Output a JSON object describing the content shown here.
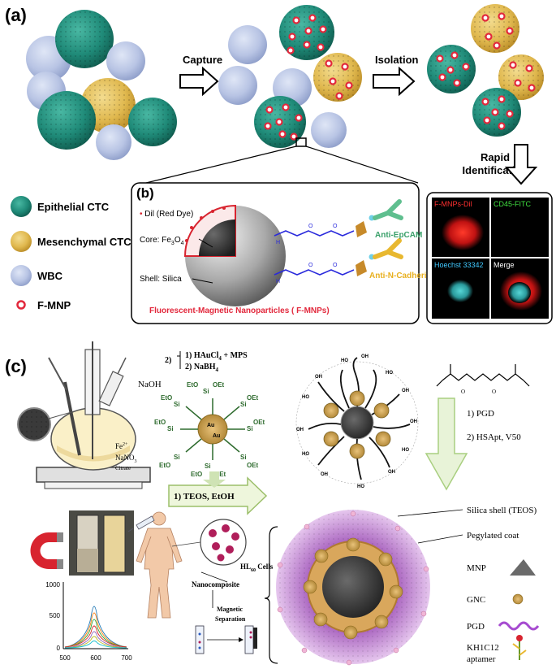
{
  "panel_a": {
    "label": "(a)",
    "arrow_capture": "Capture",
    "arrow_isolation": "Isolation",
    "rapid": "Rapid",
    "identification": "Identification",
    "legend": {
      "epithelial": "Epithelial CTC",
      "mesenchymal": "Mesenchymal CTC",
      "wbc": "WBC",
      "fmnp": "F-MNP"
    },
    "colors": {
      "epithelial": "#1f8a78",
      "mesenchymal": "#e0b84e",
      "wbc": "#b8c4e4",
      "fmnp_ring": "#e2283c",
      "dye": "#d8242f"
    }
  },
  "panel_b": {
    "label": "(b)",
    "dye": "Dil (Red Dye)",
    "core_prefix": "Core: Fe",
    "core_sub1": "3",
    "core_mid": "O",
    "core_sub2": "4",
    "shell": "Shell: Silica",
    "anti_epcam": "Anti-EpCAM",
    "anti_ncad": "Anti-N-Cadherin",
    "caption": "Fluorescent-Magnetic Nanoparticles ( F-MNPs)"
  },
  "micro": {
    "q1": "F-MNPs-Dil",
    "q2": "CD45-FITC",
    "q3": "Hoechst 33342",
    "q4": "Merge"
  },
  "panel_c": {
    "label": "(c)",
    "naoh": "NaOH",
    "fe": "Fe",
    "fe_sup": "2+",
    "nano3": "NaNO",
    "nano3_sub": "3",
    "citrate": "Citrate",
    "step2": "2)",
    "haucl4": "1) HAuCl",
    "haucl4_sub": "4",
    "haucl4_rest": " + MPS",
    "nabh4": "2) NaBH",
    "nabh4_sub": "4",
    "teos": "1) TEOS, EtOH",
    "pgd": "1) PGD",
    "hsapt": "2) HSApt, V50",
    "hl60": "HL",
    "hl60_sub": "60",
    "hl60_rest": " Cells",
    "nanocomposite": "Nanocomposite",
    "magnetic": "Magnetic",
    "separation": "Separation",
    "legend": {
      "silica": "Silica shell (TEOS)",
      "peg": "Pegylated coat",
      "mnp": "MNP",
      "gnc": "GNC",
      "pgd": "PGD",
      "kh1": "KH1C12",
      "aptamer": "aptamer"
    },
    "spectrum": {
      "y_ticks": [
        "1000",
        "500",
        "0"
      ],
      "x_ticks": [
        "500",
        "600",
        "700"
      ]
    }
  },
  "etoxy": {
    "e1": "EtO",
    "e2": "OEt",
    "si": "Si",
    "au": "Au"
  }
}
